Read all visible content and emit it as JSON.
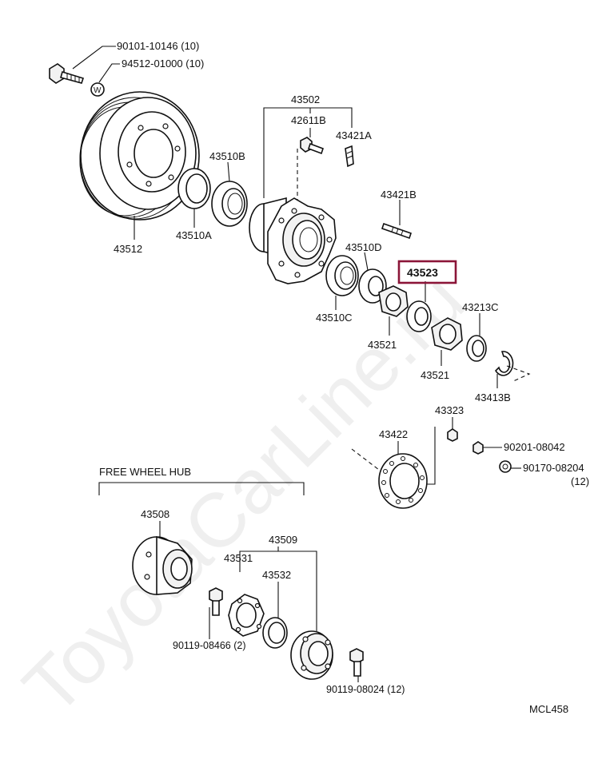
{
  "watermark": "ToyotaCarLine.ru",
  "highlight_color": "#8b1538",
  "section_title": "FREE WHEEL HUB",
  "diagram_code": "MCL458",
  "callouts": {
    "bolt_90101": "90101-10146 (10)",
    "washer_94512": "94512-01000 (10)",
    "washer_glyph": "W",
    "disc_43512": "43512",
    "bearing_43510B": "43510B",
    "bearing_43510A": "43510A",
    "hub_43502": "43502",
    "bolt_42611B": "42611B",
    "stud_43421A": "43421A",
    "stud_43421B": "43421B",
    "seal_43510D": "43510D",
    "bearing_43510C": "43510C",
    "lockwasher_43523": "43523",
    "nut_43521_a": "43521",
    "nut_43521_b": "43521",
    "ring_43213C": "43213C",
    "snap_43413B": "43413B",
    "nut_43323": "43323",
    "gasket_43422": "43422",
    "nut_90201": "90201-08042",
    "nut_90170": "90170-08204",
    "nut_90170_qty": "(12)",
    "body_43508": "43508",
    "sub_43509": "43509",
    "clutch_43531": "43531",
    "ring_43532": "43532",
    "bolt_90119_a": "90119-08466 (2)",
    "bolt_90119_b": "90119-08024 (12)"
  }
}
